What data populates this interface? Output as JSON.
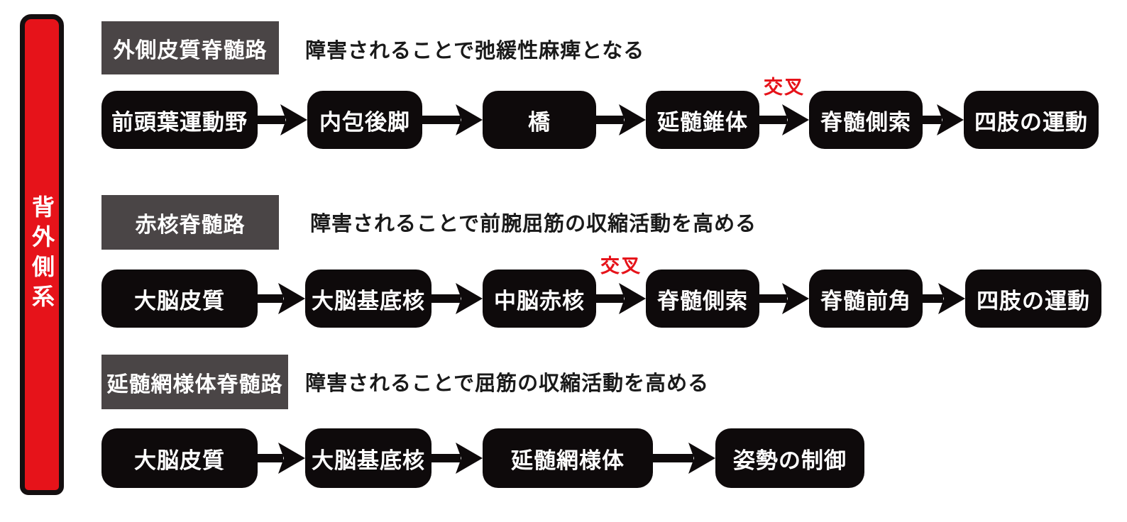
{
  "banner": {
    "label": "背外側系"
  },
  "colors": {
    "accent_red": "#e6131a",
    "title_gray": "#4a4546",
    "node_black": "#0e0a0b",
    "text_white": "#ffffff",
    "note_black": "#1a1a1a"
  },
  "rows": [
    {
      "title": "外側皮質脊髄路",
      "note": "障害されることで弛緩性麻痺となる",
      "nodes": [
        "前頭葉運動野",
        "内包後脚",
        "橋",
        "延髄錐体",
        "脊髄側索",
        "四肢の運動"
      ],
      "crossover_label": "交叉",
      "crossover_after": "延髄錐体"
    },
    {
      "title": "赤核脊髄路",
      "note": "障害されることで前腕屈筋の収縮活動を高める",
      "nodes": [
        "大脳皮質",
        "大脳基底核",
        "中脳赤核",
        "脊髄側索",
        "脊髄前角",
        "四肢の運動"
      ],
      "crossover_label": "交叉",
      "crossover_after": "中脳赤核"
    },
    {
      "title": "延髄網様体脊髄路",
      "note": "障害されることで屈筋の収縮活動を高める",
      "nodes": [
        "大脳皮質",
        "大脳基底核",
        "延髄網様体",
        "姿勢の制御"
      ],
      "crossover_label": null,
      "crossover_after": null
    }
  ]
}
